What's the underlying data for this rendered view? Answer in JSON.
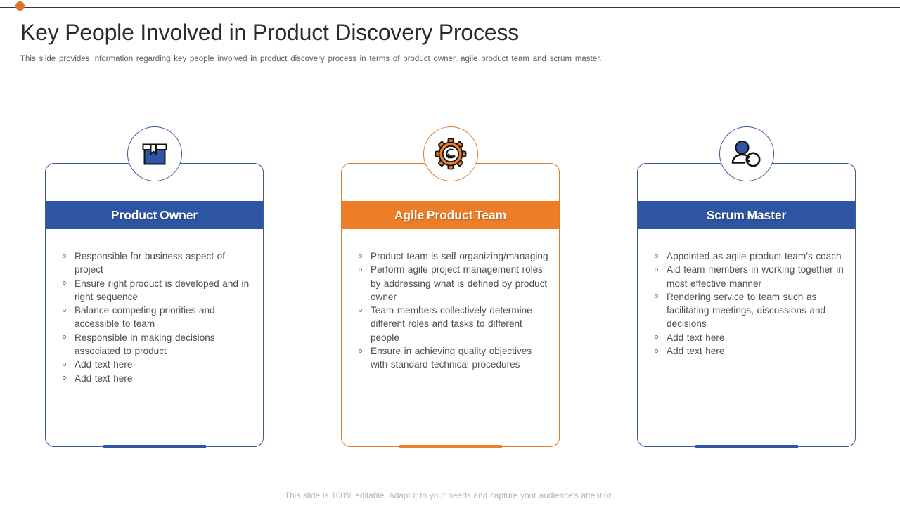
{
  "slide": {
    "title": "Key People Involved in Product Discovery Process",
    "subtitle": "This slide provides  information  regarding  key people involved  in product discovery  process in terms of product owner,  agile  product team and scrum master.",
    "footer": "This slide is 100% editable. Adapt it to your needs and capture your audience's attention."
  },
  "colors": {
    "blue": "#2e55a3",
    "orange": "#ed7d26",
    "blue_border": "#3c5a96",
    "orange_border": "#e07a2c",
    "title_text": "#2a2a2a",
    "body_text": "#4e4e4e",
    "footer_text": "#b7b7b7",
    "accent_dot": "#e1712a"
  },
  "cards": [
    {
      "id": "product-owner",
      "title": "Product Owner",
      "theme": "blue",
      "icon": "package-box-icon",
      "bullets": [
        "Responsible for business aspect of project",
        "Ensure  right product  is developed and in right sequence",
        "Balance competing priorities and accessible to team",
        "Responsible in making decisions associated to product",
        "Add text here",
        "Add text here"
      ]
    },
    {
      "id": "agile-product-team",
      "title": "Agile Product Team",
      "theme": "orange",
      "icon": "gear-cycle-icon",
      "bullets": [
        "Product team is self organizing/managing",
        "Perform agile project  management roles by addressing what  is defined by product  owner",
        "Team members collectively  determine different roles and tasks to different people",
        "Ensure  in achieving quality  objectives with standard technical  procedures"
      ]
    },
    {
      "id": "scrum-master",
      "title": "Scrum Master",
      "theme": "blue",
      "icon": "person-coach-icon",
      "bullets": [
        "Appointed as agile product team’s coach",
        "Aid team members in working together  in most effective manner",
        "Rendering  service to team such as facilitating meetings, discussions and decisions",
        "Add text here",
        "Add text here"
      ]
    }
  ]
}
